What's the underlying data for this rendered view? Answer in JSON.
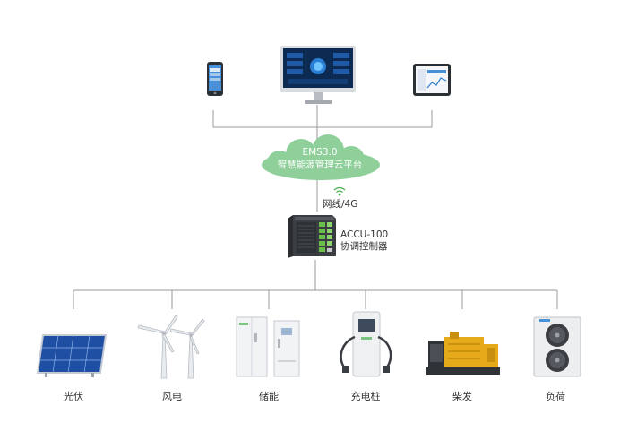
{
  "cloud": {
    "line1": "EMS3.0",
    "line2": "智慧能源管理云平台"
  },
  "network": {
    "label": "网线/4G",
    "icon": "wifi-icon"
  },
  "controller": {
    "model": "ACCU-100",
    "name": "协调控制器"
  },
  "terminals": [
    {
      "name": "phone",
      "icon": "smartphone-icon"
    },
    {
      "name": "monitor",
      "icon": "desktop-monitor-icon"
    },
    {
      "name": "tablet",
      "icon": "tablet-icon"
    }
  ],
  "devices": [
    {
      "label": "光伏",
      "icon": "solar-panel-icon"
    },
    {
      "label": "风电",
      "icon": "wind-turbine-icon"
    },
    {
      "label": "储能",
      "icon": "energy-storage-cabinet-icon"
    },
    {
      "label": "充电桩",
      "icon": "ev-charger-icon"
    },
    {
      "label": "柴发",
      "icon": "diesel-generator-icon"
    },
    {
      "label": "负荷",
      "icon": "hvac-load-icon"
    }
  ],
  "colors": {
    "cloud": "#8ecf9a",
    "wire": "#9a9a9a",
    "text": "#333333"
  }
}
